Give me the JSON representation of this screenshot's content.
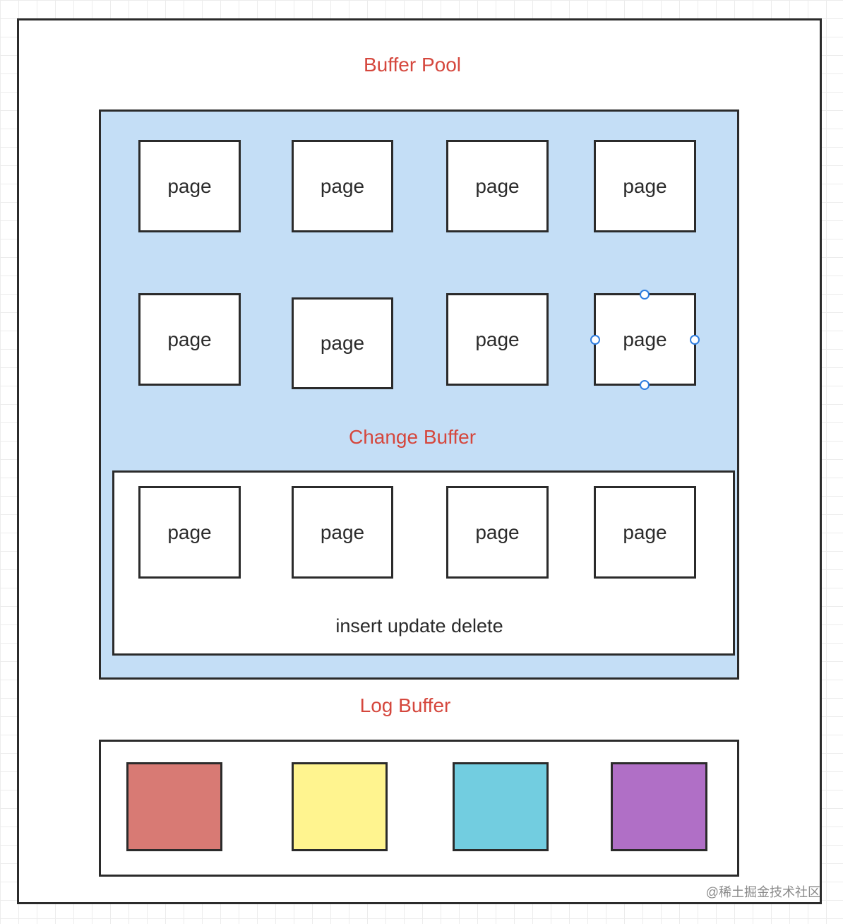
{
  "labels": {
    "buffer_pool": "Buffer Pool",
    "change_buffer": "Change Buffer",
    "log_buffer": "Log Buffer",
    "operations": "insert update delete"
  },
  "page_label": "page",
  "log_colors": [
    "#d87a74",
    "#fff48f",
    "#72cde0",
    "#b06fc6"
  ],
  "colors": {
    "accent_text": "#d5473d",
    "buffer_pool_fill": "#c4def6",
    "stroke": "#2b2b2b",
    "selection_handle": "#2f7ee0"
  },
  "watermark": "@稀土掘金技术社区"
}
